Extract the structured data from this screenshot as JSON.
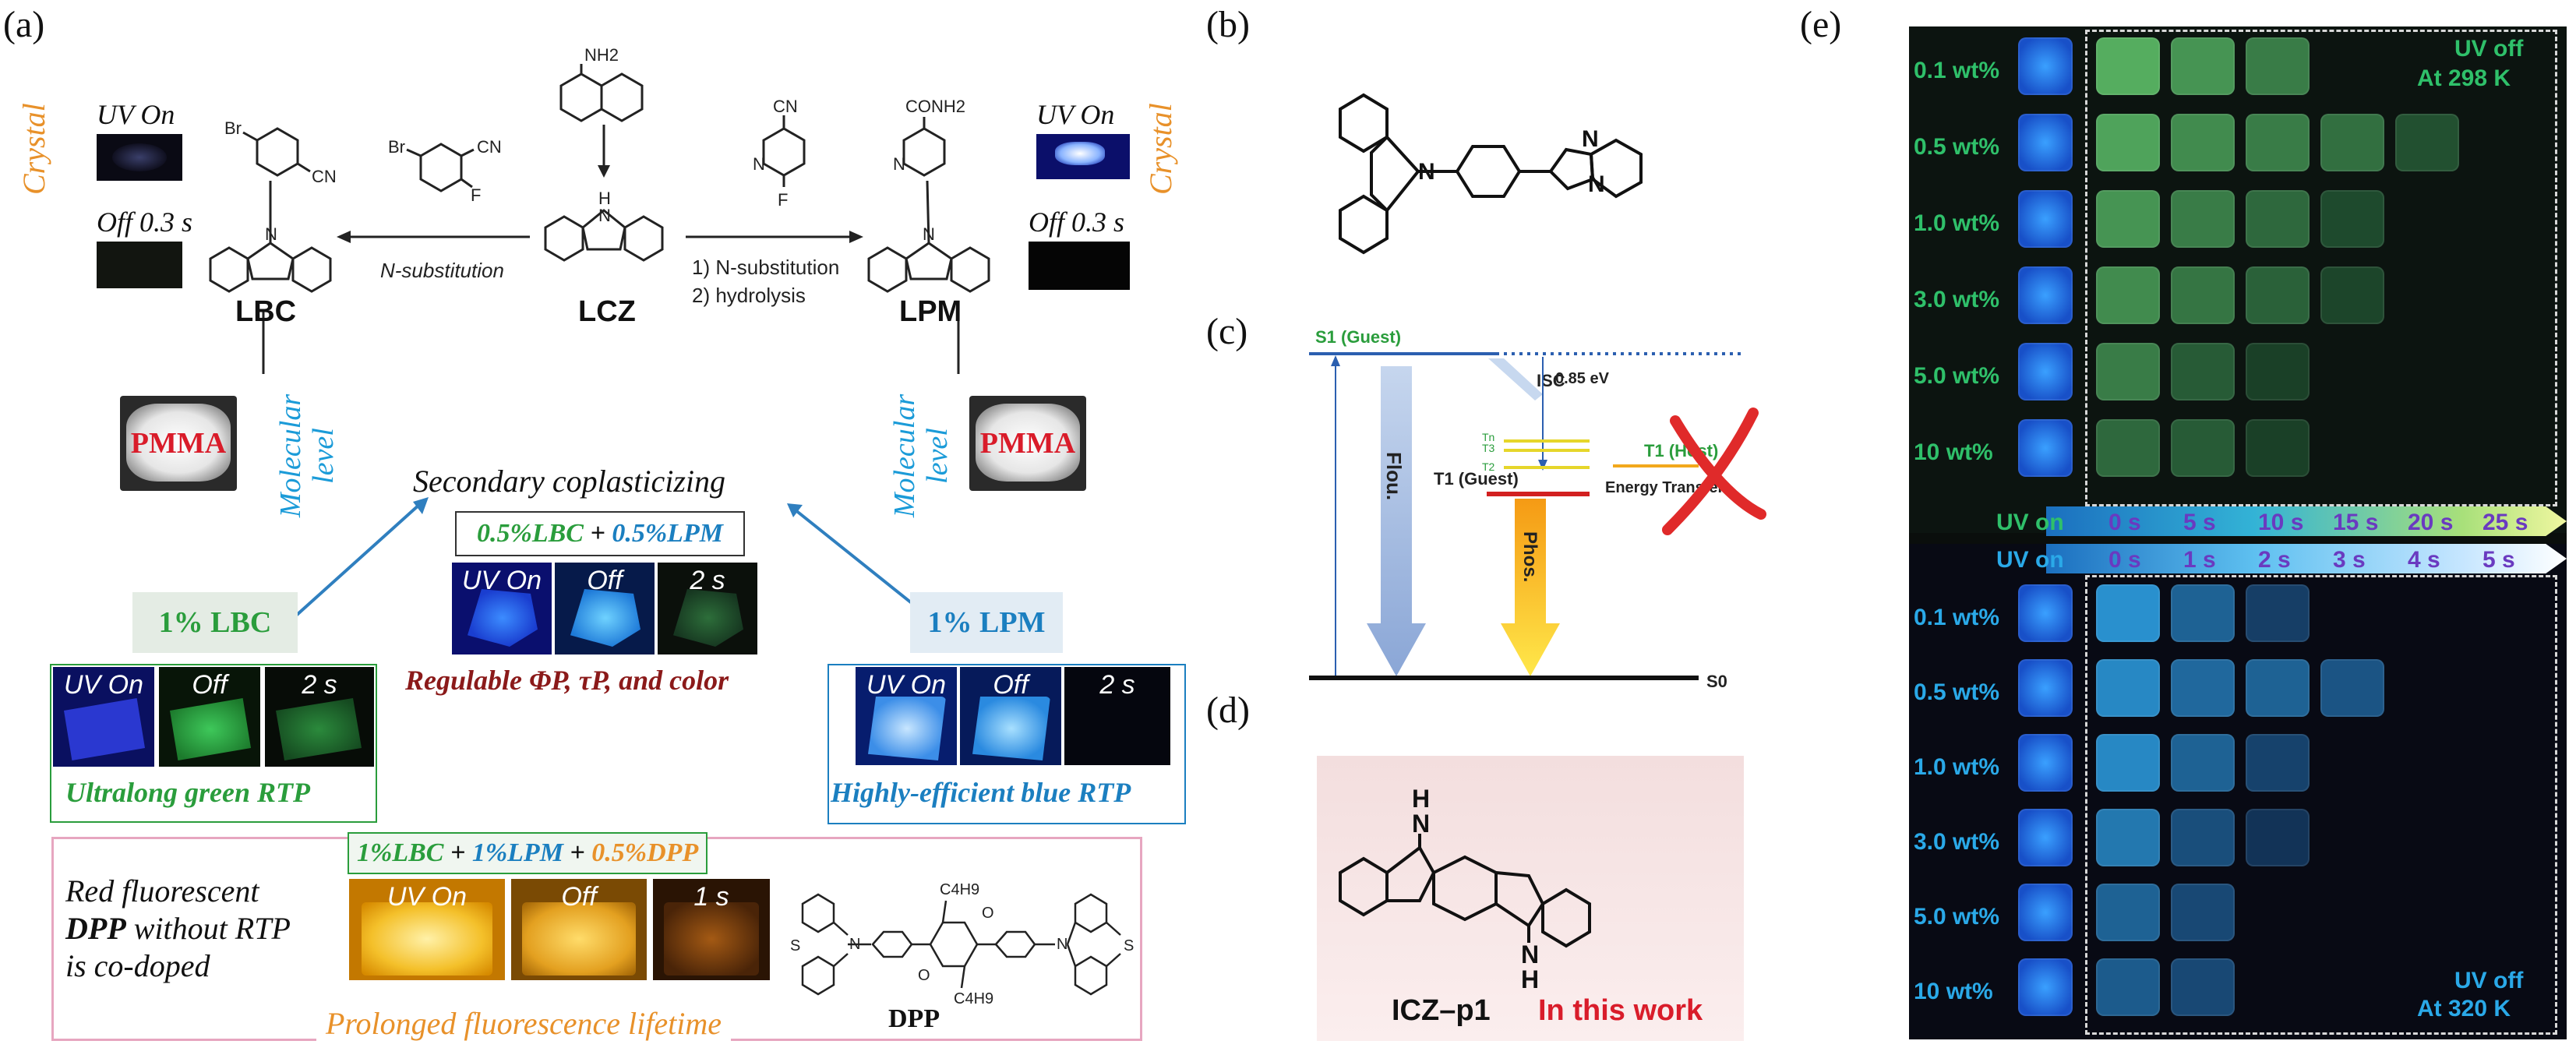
{
  "panels": {
    "a": "(a)",
    "b": "(b)",
    "c": "(c)",
    "d": "(d)",
    "e": "(e)"
  },
  "panel_a": {
    "uv_on": "UV On",
    "off_03s": "Off 0.3 s",
    "crystal": "Crystal",
    "lbc": "LBC",
    "lcz": "LCZ",
    "lpm": "LPM",
    "n_sub": "N-substitution",
    "step1": "1) N-substitution",
    "step2": "2) hydrolysis",
    "pmma": "PMMA",
    "molecular": "Molecular",
    "level": "level",
    "secondary": "Secondary coplasticizing",
    "mix_lbc": "0.5%LBC",
    "plus": " + ",
    "mix_lpm": "0.5%LPM",
    "regulable": "Regulable ΦP, τP, and color",
    "one_lbc": "1% LBC",
    "one_lpm": "1% LPM",
    "uv_on2": "UV On",
    "off": "Off",
    "s2": "2 s",
    "s1": "1 s",
    "green_rtp": "Ultralong green RTP",
    "blue_rtp": "Highly-efficient blue RTP",
    "tri_lbc": "1%LBC",
    "tri_lpm": "1%LPM",
    "tri_dpp": "0.5%DPP",
    "red1": "Red fluorescent",
    "red2a": "DPP",
    "red2b": " without RTP",
    "red3": "is co-doped",
    "prolonged": "Prolonged fluorescence lifetime",
    "dpp": "DPP",
    "nh2": "NH2",
    "br": "Br",
    "f": "F",
    "cn": "CN",
    "conh2": "CONH2",
    "n": "N",
    "h": "H",
    "c4h9": "C4H9",
    "o": "O",
    "s": "S"
  },
  "panel_c": {
    "s1": "S1 (Guest)",
    "isc": "ISC",
    "ev": "0.85 eV",
    "tn": "Tn",
    "t3": "T3",
    "t2": "T2",
    "t1_guest": "T1 (Guest)",
    "t1_host": "T1 (Host)",
    "energy_transfer": "Energy Transfer",
    "flou": "Flou.",
    "phos": "Phos.",
    "s0": "S0"
  },
  "panel_d": {
    "name": "ICZ–p1",
    "work": "In this work",
    "n": "N",
    "h": "H"
  },
  "panel_e": {
    "top": {
      "wt": [
        "0.1 wt%",
        "0.5 wt%",
        "1.0 wt%",
        "3.0 wt%",
        "5.0 wt%",
        "10  wt%"
      ],
      "uv_off": "UV off",
      "temp": "At 298 K",
      "uv_on": "UV on",
      "times": [
        "0 s",
        "5 s",
        "10 s",
        "15 s",
        "20 s",
        "25 s"
      ],
      "color": "#2fc06a"
    },
    "bottom": {
      "wt": [
        "0.1 wt%",
        "0.5 wt%",
        "1.0 wt%",
        "3.0 wt%",
        "5.0 wt%",
        "10  wt%"
      ],
      "uv_off": "UV off",
      "temp": "At 320 K",
      "uv_on": "UV on",
      "times": [
        "0 s",
        "1 s",
        "2 s",
        "3 s",
        "4 s",
        "5 s"
      ],
      "color": "#2aa9e8"
    }
  },
  "colors": {
    "green": "#2a9d3c",
    "blue": "#1b7fc0",
    "orange": "#e8912a",
    "red": "#d91c2a",
    "dark_red": "#8b1a1a"
  }
}
